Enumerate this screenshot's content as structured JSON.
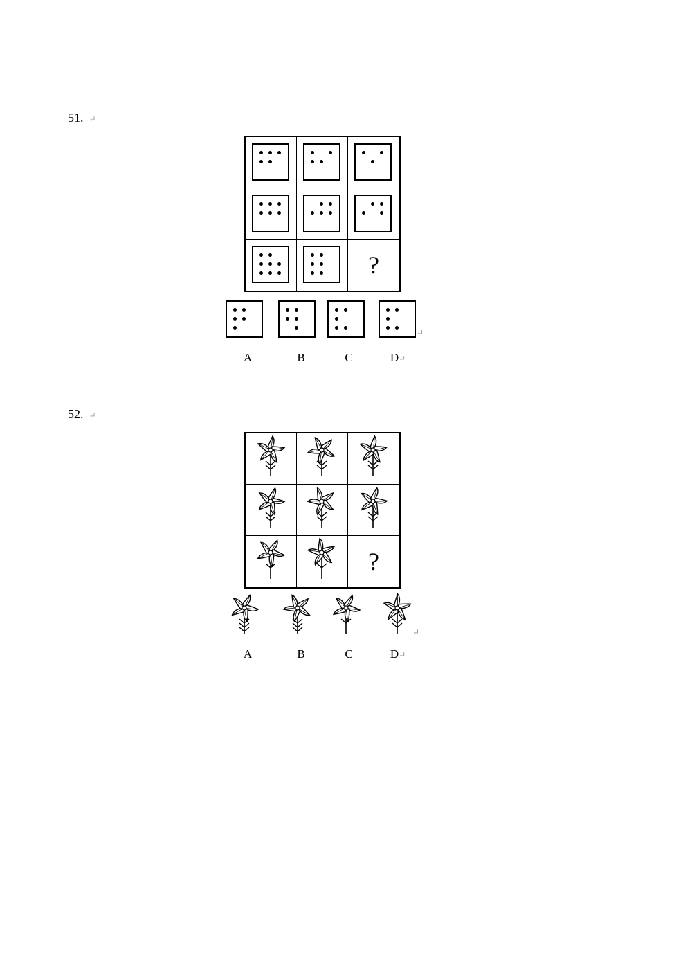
{
  "return_mark": "↵",
  "q51": {
    "number": "51.",
    "grid": [
      [
        [
          [
            1,
            1,
            1
          ],
          [
            1,
            1,
            0
          ],
          [
            0,
            0,
            0
          ]
        ],
        [
          [
            1,
            0,
            1
          ],
          [
            1,
            1,
            0
          ],
          [
            0,
            0,
            0
          ]
        ],
        [
          [
            1,
            0,
            1
          ],
          [
            0,
            1,
            0
          ],
          [
            0,
            0,
            0
          ]
        ]
      ],
      [
        [
          [
            1,
            1,
            1
          ],
          [
            1,
            1,
            1
          ],
          [
            0,
            0,
            0
          ]
        ],
        [
          [
            0,
            1,
            1
          ],
          [
            1,
            1,
            1
          ],
          [
            0,
            0,
            0
          ]
        ],
        [
          [
            0,
            1,
            1
          ],
          [
            1,
            0,
            1
          ],
          [
            0,
            0,
            0
          ]
        ]
      ],
      [
        [
          [
            1,
            1,
            0
          ],
          [
            1,
            1,
            1
          ],
          [
            1,
            1,
            1
          ]
        ],
        [
          [
            1,
            1,
            0
          ],
          [
            1,
            1,
            0
          ],
          [
            1,
            1,
            0
          ]
        ],
        null
      ]
    ],
    "question_mark": "?",
    "options": [
      {
        "label": "A",
        "dots": [
          [
            1,
            1,
            0
          ],
          [
            1,
            1,
            0
          ],
          [
            1,
            0,
            0
          ]
        ]
      },
      {
        "label": "B",
        "dots": [
          [
            1,
            1,
            0
          ],
          [
            1,
            1,
            0
          ],
          [
            0,
            1,
            0
          ]
        ]
      },
      {
        "label": "C",
        "dots": [
          [
            1,
            1,
            0
          ],
          [
            1,
            0,
            0
          ],
          [
            1,
            1,
            0
          ]
        ]
      },
      {
        "label": "D",
        "dots": [
          [
            1,
            1,
            0
          ],
          [
            1,
            0,
            0
          ],
          [
            1,
            1,
            0
          ]
        ]
      }
    ]
  },
  "q52": {
    "number": "52.",
    "grid": [
      [
        {
          "rot": 0,
          "chev": 2
        },
        {
          "rot": 35,
          "chev": 2
        },
        {
          "rot": 70,
          "chev": 2
        }
      ],
      [
        {
          "rot": 10,
          "chev": 2
        },
        {
          "rot": 45,
          "chev": 2
        },
        {
          "rot": 80,
          "chev": 2
        }
      ],
      [
        {
          "rot": 20,
          "chev": 1
        },
        {
          "rot": 55,
          "chev": 1
        },
        null
      ]
    ],
    "question_mark": "?",
    "options": [
      {
        "label": "A",
        "rot": 15,
        "chev": 3
      },
      {
        "label": "B",
        "rot": 40,
        "chev": 3
      },
      {
        "label": "C",
        "rot": 90,
        "chev": 1
      },
      {
        "label": "D",
        "rot": 65,
        "chev": 2
      }
    ]
  }
}
